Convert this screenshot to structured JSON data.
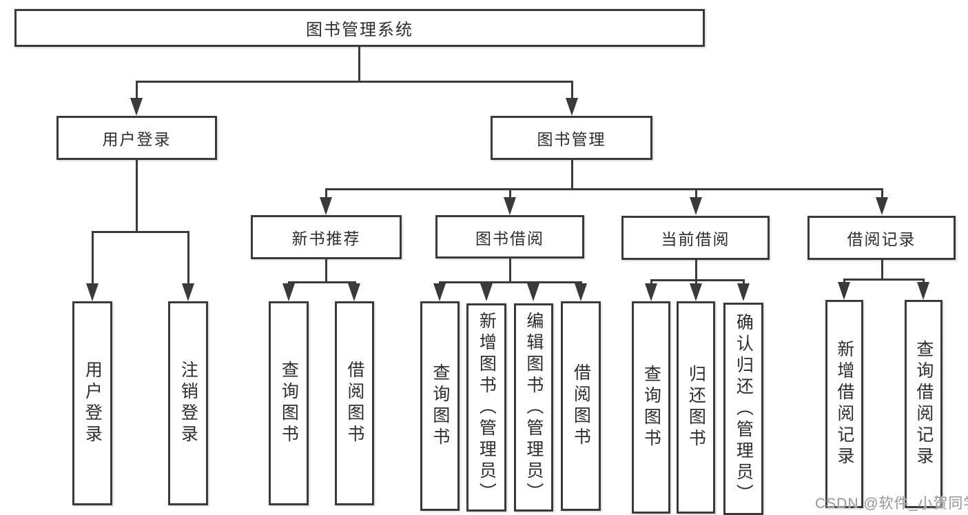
{
  "diagram": {
    "root": "图书管理系统",
    "level2": {
      "user_login": "用户登录",
      "book_mgmt": "图书管理"
    },
    "level3": {
      "new_book": "新书推荐",
      "book_borrow": "图书借阅",
      "current_borrow": "当前借阅",
      "borrow_record": "借阅记录"
    },
    "leaves": {
      "user_login": [
        "用户登录",
        "注销登录"
      ],
      "new_book": [
        "查询图书",
        "借阅图书"
      ],
      "book_borrow": [
        "查询图书",
        "新增图书（管理员）",
        "编辑图书（管理员）",
        "借阅图书"
      ],
      "current_borrow": [
        "查询图书",
        "归还图书",
        "确认归还（管理员）"
      ],
      "borrow_record": [
        "新增借阅记录",
        "查询借阅记录"
      ]
    }
  },
  "watermark": "CSDN @软件_小贺同学",
  "colors": {
    "line": "#3a3a3a",
    "text": "#2d2d2d",
    "watermark": "#9c9898",
    "background": "#ffffff"
  }
}
